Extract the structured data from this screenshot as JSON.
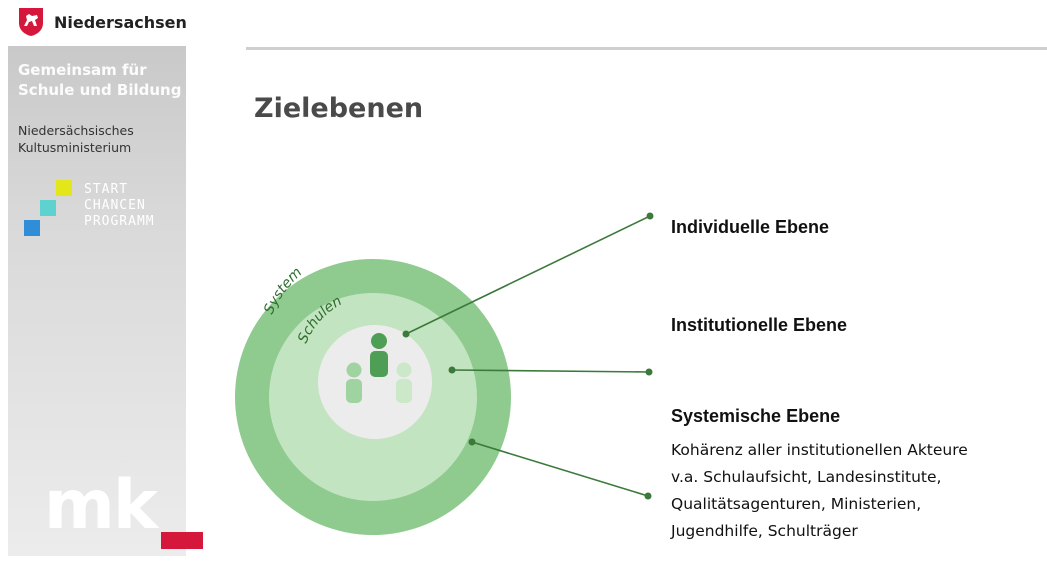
{
  "brand": {
    "name": "Niedersachsen",
    "crest_icon": "niedersachsen-horse-crest-icon"
  },
  "sidebar": {
    "tagline_line1": "Gemeinsam für",
    "tagline_line2": "Schule und Bildung",
    "ministry_line1": "Niedersächsisches",
    "ministry_line2": "Kultusministerium",
    "startchancen": {
      "line1": "START",
      "line2": "CHANCEN",
      "line3": "PROGRAMM"
    },
    "mk_logo": "mk",
    "colors": {
      "yellow": "#e3e61a",
      "teal": "#5fd2cf",
      "blue": "#2f8ed8",
      "mk_red": "#d6173c"
    }
  },
  "slide": {
    "title": "Zielebenen",
    "rings": {
      "outer": "System",
      "middle": "Schulen"
    },
    "levels": [
      {
        "label": "Individuelle Ebene"
      },
      {
        "label": "Institutionelle Ebene"
      },
      {
        "label": "Systemische Ebene",
        "description": [
          "Kohärenz aller institutionellen Akteure",
          "v.a. Schulaufsicht, Landesinstitute,",
          "Qualitätsagenturen, Ministerien,",
          "Jugendhilfe, Schulträger"
        ]
      }
    ],
    "colors": {
      "outer_ring": "#8fca8f",
      "middle_ring": "#c3e4c1",
      "inner_circle": "#ececec",
      "connector": "#3c7a3c"
    }
  }
}
